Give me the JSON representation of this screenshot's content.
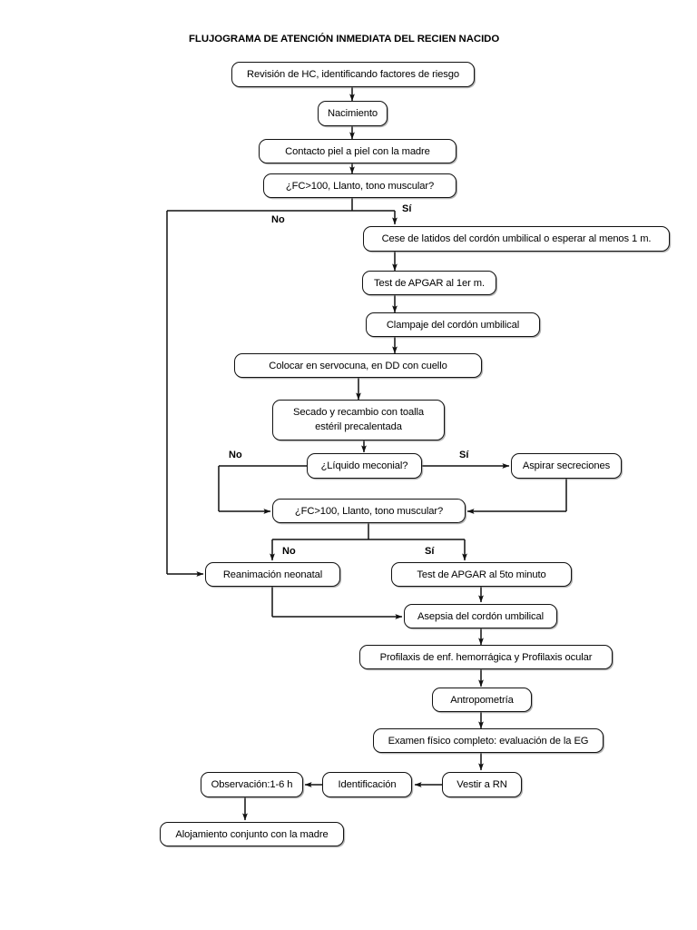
{
  "document": {
    "title": "FLUJOGRAMA DE ATENCIÓN INMEDIATA DEL RECIEN NACIDO"
  },
  "chart_data": {
    "type": "diagram",
    "diagram_type": "flowchart",
    "title": "FLUJOGRAMA DE ATENCIÓN INMEDIATA DEL RECIEN NACIDO",
    "orientation": "top-to-bottom",
    "nodes": [
      {
        "id": "n1",
        "label": "Revisión de HC, identificando factores de riesgo",
        "shape": "rounded-rect"
      },
      {
        "id": "n2",
        "label": "Nacimiento",
        "shape": "rounded-rect"
      },
      {
        "id": "n3",
        "label": "Contacto piel a piel con la madre",
        "shape": "rounded-rect"
      },
      {
        "id": "n4",
        "label": "¿FC>100, Llanto, tono muscular?",
        "shape": "rounded-rect",
        "role": "decision"
      },
      {
        "id": "n5",
        "label": "Cese de latidos del cordón umbilical o esperar al menos 1 m.",
        "shape": "rounded-rect"
      },
      {
        "id": "n6",
        "label": "Test de APGAR al 1er m.",
        "shape": "rounded-rect"
      },
      {
        "id": "n7",
        "label": "Clampaje del cordón umbilical",
        "shape": "rounded-rect"
      },
      {
        "id": "n8",
        "label": "Colocar en servocuna, en DD con cuello",
        "shape": "rounded-rect"
      },
      {
        "id": "n9",
        "label": "Secado y recambio con toalla estéril precalentada",
        "shape": "rounded-rect",
        "line1": "Secado y recambio con toalla",
        "line2": "estéril precalentada"
      },
      {
        "id": "n10",
        "label": "¿Líquido meconial?",
        "shape": "rounded-rect",
        "role": "decision"
      },
      {
        "id": "n11",
        "label": "Aspirar secreciones",
        "shape": "rounded-rect"
      },
      {
        "id": "n12",
        "label": "¿FC>100, Llanto, tono muscular?",
        "shape": "rounded-rect",
        "role": "decision"
      },
      {
        "id": "n13",
        "label": "Reanimación neonatal",
        "shape": "rounded-rect"
      },
      {
        "id": "n14",
        "label": "Test de APGAR al 5to minuto",
        "shape": "rounded-rect"
      },
      {
        "id": "n15",
        "label": "Asepsia del cordón umbilical",
        "shape": "rounded-rect"
      },
      {
        "id": "n16",
        "label": "Profilaxis de enf. hemorrágica  y Profilaxis ocular",
        "shape": "rounded-rect"
      },
      {
        "id": "n17",
        "label": "Antropometría",
        "shape": "rounded-rect"
      },
      {
        "id": "n18",
        "label": "Examen físico completo: evaluación de la EG",
        "shape": "rounded-rect"
      },
      {
        "id": "n19",
        "label": "Vestir a RN",
        "shape": "rounded-rect"
      },
      {
        "id": "n20",
        "label": "Identificación",
        "shape": "rounded-rect"
      },
      {
        "id": "n21",
        "label": "Observación:1-6 h",
        "shape": "rounded-rect"
      },
      {
        "id": "n22",
        "label": "Alojamiento conjunto con la madre",
        "shape": "rounded-rect"
      }
    ],
    "edges": [
      {
        "from": "n1",
        "to": "n2",
        "label": ""
      },
      {
        "from": "n2",
        "to": "n3",
        "label": ""
      },
      {
        "from": "n3",
        "to": "n4",
        "label": ""
      },
      {
        "from": "n4",
        "to": "n5",
        "label": "Sí"
      },
      {
        "from": "n4",
        "to": "n13",
        "label": "No"
      },
      {
        "from": "n5",
        "to": "n6",
        "label": ""
      },
      {
        "from": "n6",
        "to": "n7",
        "label": ""
      },
      {
        "from": "n7",
        "to": "n8",
        "label": ""
      },
      {
        "from": "n8",
        "to": "n9",
        "label": ""
      },
      {
        "from": "n9",
        "to": "n10",
        "label": ""
      },
      {
        "from": "n10",
        "to": "n11",
        "label": "Sí"
      },
      {
        "from": "n10",
        "to": "n12",
        "label": "No"
      },
      {
        "from": "n11",
        "to": "n12",
        "label": ""
      },
      {
        "from": "n12",
        "to": "n13",
        "label": "No"
      },
      {
        "from": "n12",
        "to": "n14",
        "label": "Sí"
      },
      {
        "from": "n13",
        "to": "n15",
        "label": ""
      },
      {
        "from": "n14",
        "to": "n15",
        "label": ""
      },
      {
        "from": "n15",
        "to": "n16",
        "label": ""
      },
      {
        "from": "n16",
        "to": "n17",
        "label": ""
      },
      {
        "from": "n17",
        "to": "n18",
        "label": ""
      },
      {
        "from": "n18",
        "to": "n19",
        "label": ""
      },
      {
        "from": "n19",
        "to": "n20",
        "label": ""
      },
      {
        "from": "n20",
        "to": "n21",
        "label": ""
      },
      {
        "from": "n21",
        "to": "n22",
        "label": ""
      }
    ],
    "edge_labels": [
      {
        "id": "l1",
        "text": "No",
        "near": "n4"
      },
      {
        "id": "l2",
        "text": "Sí",
        "near": "n4"
      },
      {
        "id": "l3",
        "text": "No",
        "near": "n10"
      },
      {
        "id": "l4",
        "text": "Sí",
        "near": "n10"
      },
      {
        "id": "l5",
        "text": "No",
        "near": "n12"
      },
      {
        "id": "l6",
        "text": "Sí",
        "near": "n12"
      }
    ],
    "colors": {
      "stroke": "#111111",
      "fill": "#ffffff",
      "text": "#000000",
      "shadow": "#787878"
    }
  }
}
